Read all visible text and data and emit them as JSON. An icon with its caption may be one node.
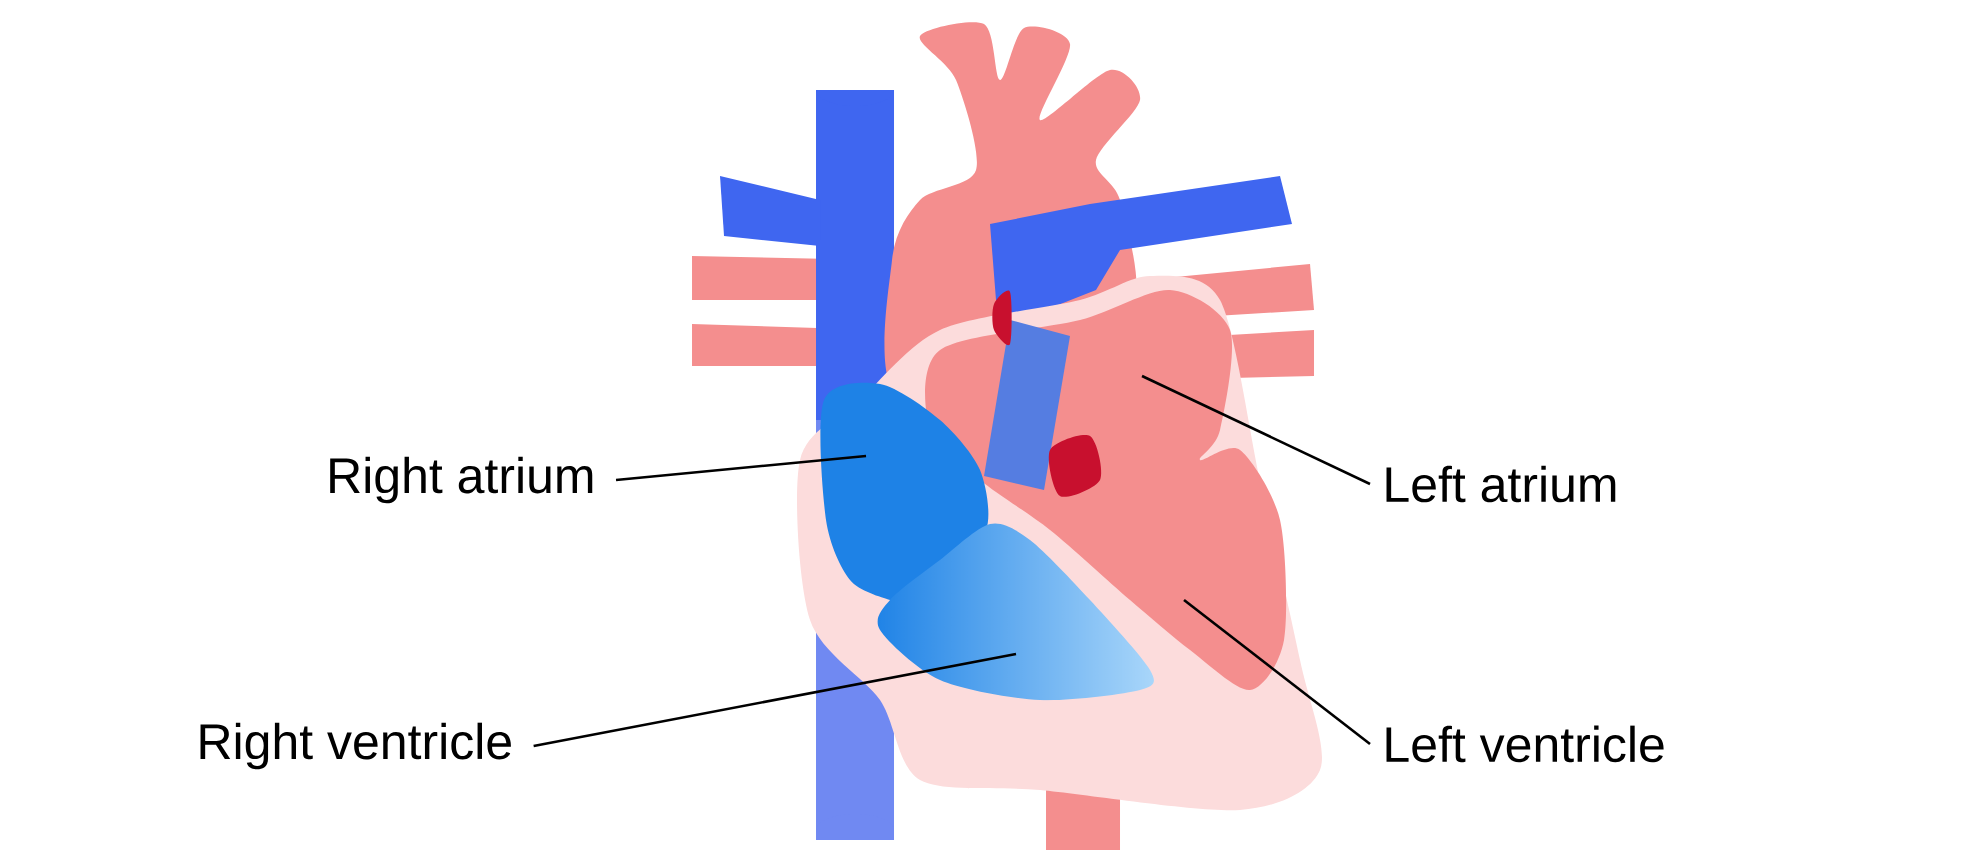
{
  "diagram": {
    "nodes": [
      {
        "text": [
          "Right atrium"
        ]
      },
      {
        "text": [
          "Right ventricle"
        ]
      },
      {
        "text": [
          "Left atrium"
        ]
      },
      {
        "text": [
          "Left ventricle"
        ]
      }
    ],
    "edges": [
      {
        "from": 0,
        "to": null,
        "arrow": "none"
      },
      {
        "from": 1,
        "to": null,
        "arrow": "none"
      },
      {
        "from": 2,
        "to": null,
        "arrow": "none"
      },
      {
        "from": 3,
        "to": null,
        "arrow": "none"
      }
    ]
  }
}
